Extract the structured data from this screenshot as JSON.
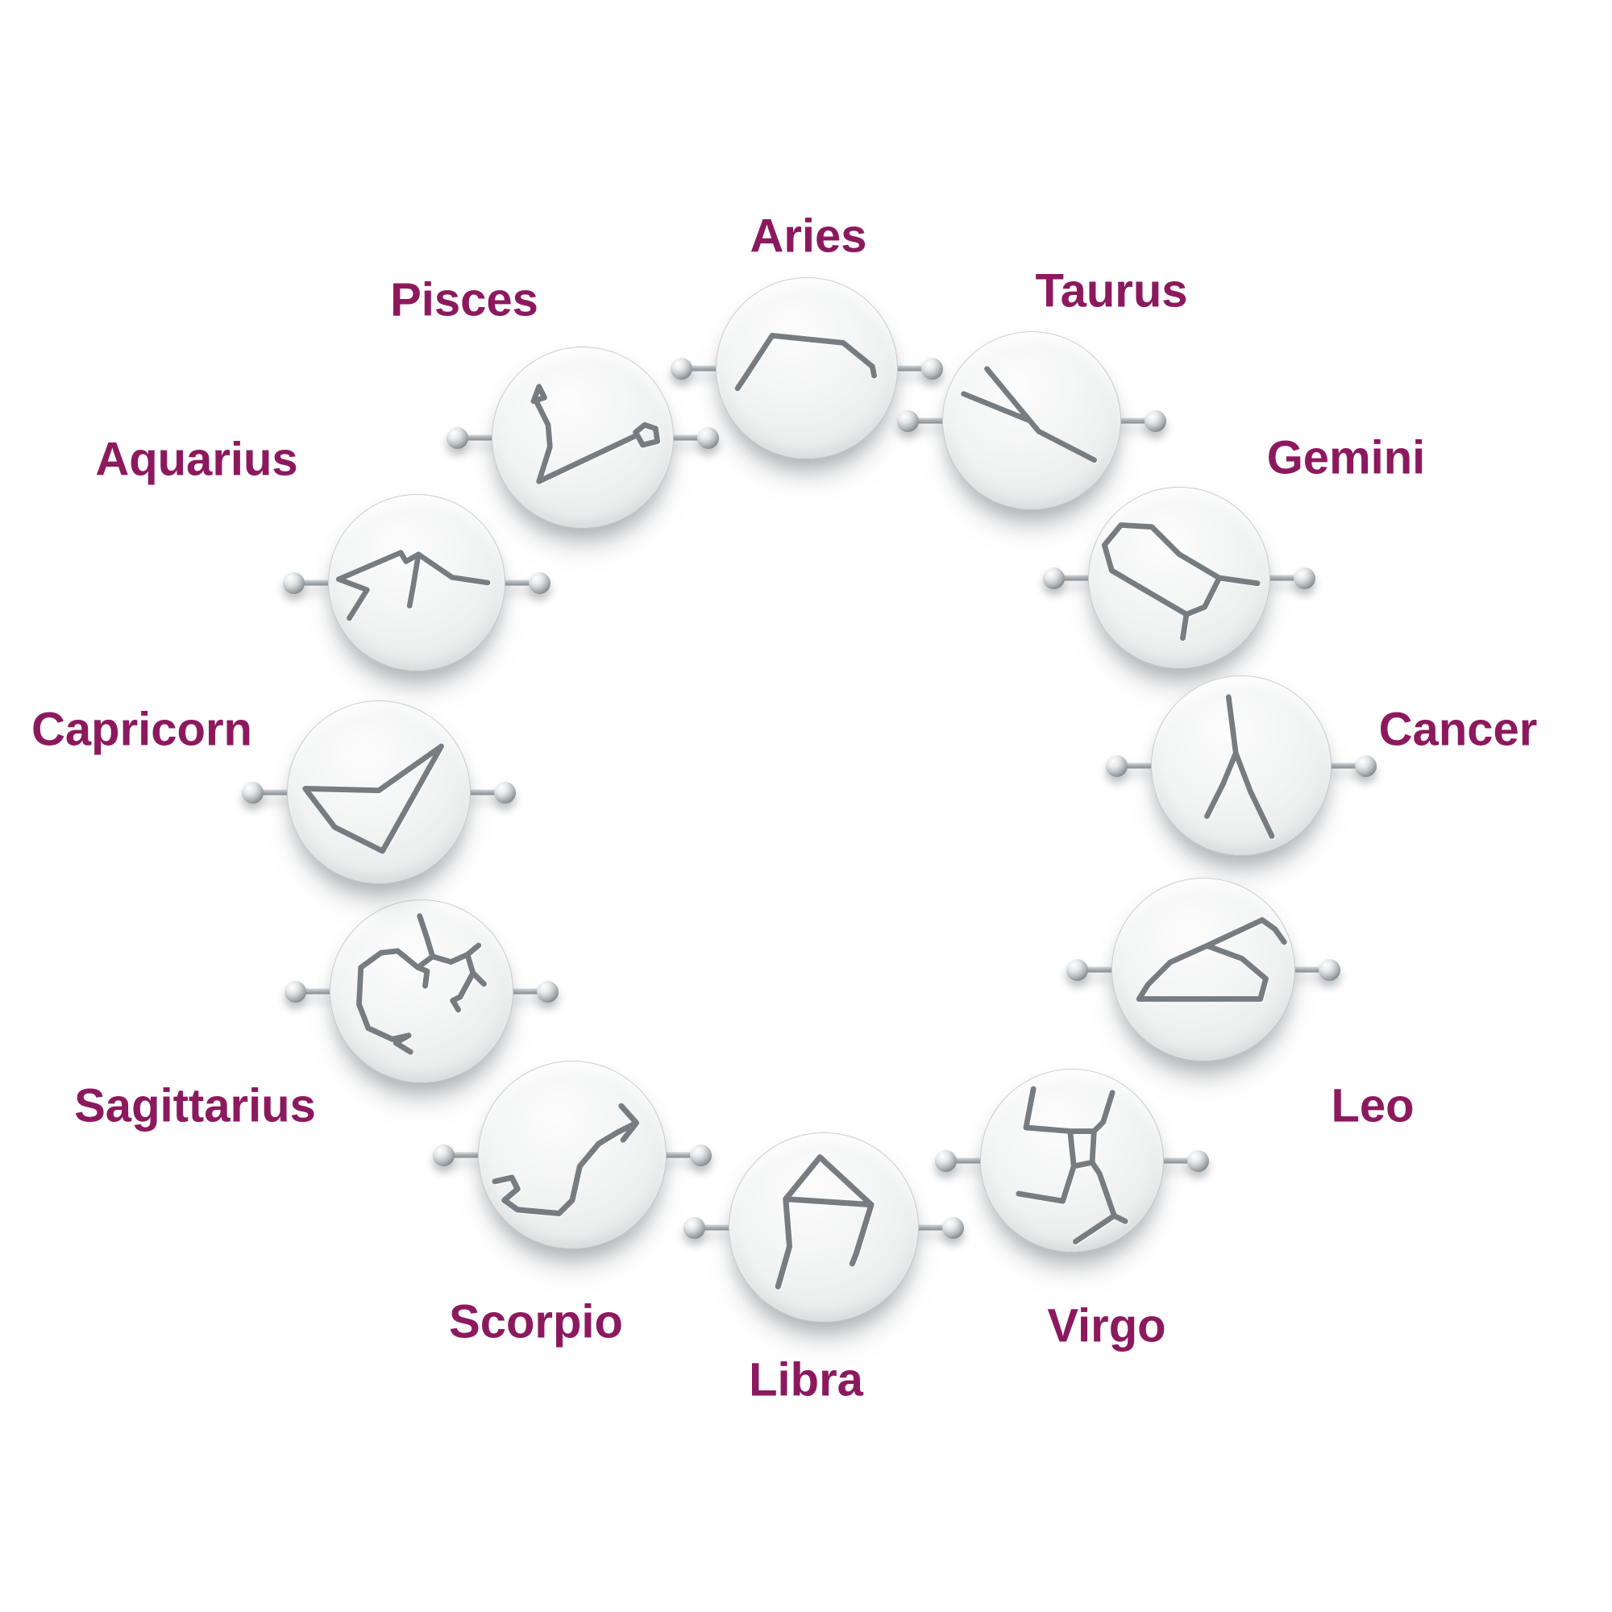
{
  "photo": {
    "subject": "Twelve round silver zodiac constellation charms arranged in a circle"
  },
  "colors": {
    "background": "#ffffff",
    "label_text": "#8c195e",
    "disc_silver": "#eceeee",
    "engraving": "#767c80"
  },
  "signs": [
    {
      "label": "Aries"
    },
    {
      "label": "Taurus"
    },
    {
      "label": "Gemini"
    },
    {
      "label": "Cancer"
    },
    {
      "label": "Leo"
    },
    {
      "label": "Virgo"
    },
    {
      "label": "Libra"
    },
    {
      "label": "Scorpio"
    },
    {
      "label": "Sagittarius"
    },
    {
      "label": "Capricorn"
    },
    {
      "label": "Aquarius"
    },
    {
      "label": "Pisces"
    }
  ]
}
